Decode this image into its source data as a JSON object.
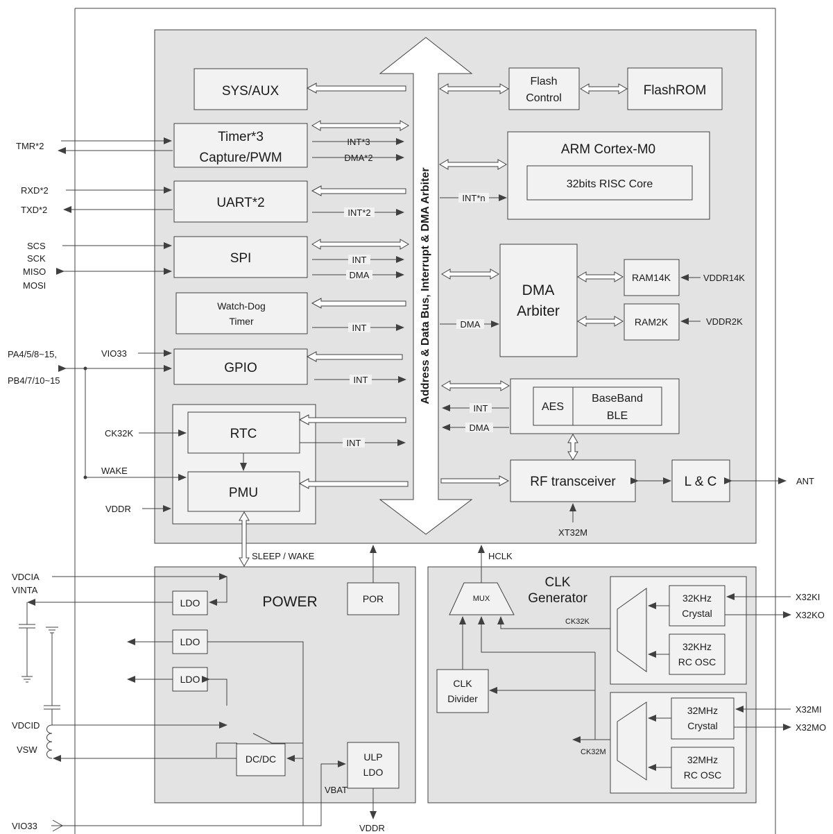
{
  "blocks": {
    "sys_aux": "SYS/AUX",
    "flash_control_1": "Flash",
    "flash_control_2": "Control",
    "flashrom": "FlashROM",
    "timer_1": "Timer*3",
    "timer_2": "Capture/PWM",
    "arm": "ARM Cortex-M0",
    "risc": "32bits RISC Core",
    "uart": "UART*2",
    "spi": "SPI",
    "wdt_1": "Watch-Dog",
    "wdt_2": "Timer",
    "gpio": "GPIO",
    "dma_arbiter_1": "DMA",
    "dma_arbiter_2": "Arbiter",
    "ram14k": "RAM14K",
    "ram2k": "RAM2K",
    "aes": "AES",
    "baseband_1": "BaseBand",
    "baseband_2": "BLE",
    "rtc": "RTC",
    "pmu": "PMU",
    "rf": "RF transceiver",
    "lc": "L & C",
    "bus": "Address & Data Bus, Interrupt & DMA Arbiter",
    "power": "POWER",
    "por": "POR",
    "ldo": "LDO",
    "dcdc": "DC/DC",
    "ulp_1": "ULP",
    "ulp_2": "LDO",
    "clkgen_1": "CLK",
    "clkgen_2": "Generator",
    "mux": "MUX",
    "clk_div_1": "CLK",
    "clk_div_2": "Divider",
    "xtal32k_1": "32KHz",
    "xtal32k_2": "Crystal",
    "rc32k_1": "32KHz",
    "rc32k_2": "RC OSC",
    "xtal32m_1": "32MHz",
    "xtal32m_2": "Crystal",
    "rc32m_1": "32MHz",
    "rc32m_2": "RC OSC"
  },
  "labels": {
    "int3": "INT*3",
    "dma2": "DMA*2",
    "int2": "INT*2",
    "int": "INT",
    "dma": "DMA",
    "intn": "INT*n",
    "sleep_wake": "SLEEP / WAKE",
    "hclk": "HCLK",
    "ck32k": "CK32K",
    "ck32m": "CK32M",
    "vbat": "VBAT"
  },
  "pins": {
    "tmr": "TMR*2",
    "rxd": "RXD*2",
    "txd": "TXD*2",
    "scs": "SCS",
    "sck": "SCK",
    "miso": "MISO",
    "mosi": "MOSI",
    "pa": "PA4/5/8~15,",
    "pb": "PB4/7/10~15",
    "vio33_gpio": "VIO33",
    "ck32k_in": "CK32K",
    "wake": "WAKE",
    "vddr": "VDDR",
    "vddr14k": "VDDR14K",
    "vddr2k": "VDDR2K",
    "ant": "ANT",
    "xt32m": "XT32M",
    "vdcia": "VDCIA",
    "vinta": "VINTA",
    "vdcid": "VDCID",
    "vsw": "VSW",
    "vio33_bottom": "VIO33",
    "vddr_bottom": "VDDR",
    "x32ki": "X32KI",
    "x32ko": "X32KO",
    "x32mi": "X32MI",
    "x32mo": "X32MO"
  }
}
